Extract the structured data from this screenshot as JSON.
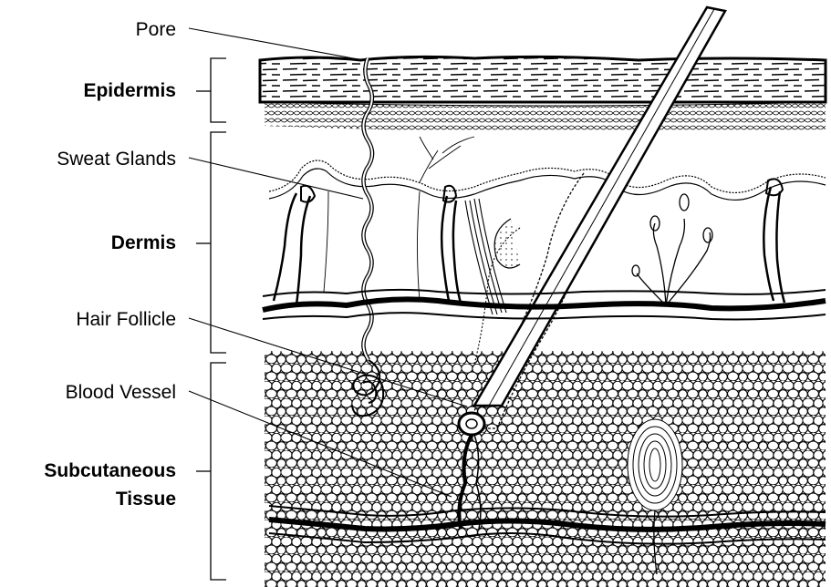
{
  "labels": {
    "pore": "Pore",
    "epidermis": "Epidermis",
    "sweat_glands": "Sweat Glands",
    "dermis": "Dermis",
    "hair_follicle": "Hair Follicle",
    "blood_vessel": "Blood Vessel",
    "subcutaneous_line1": "Subcutaneous",
    "subcutaneous_line2": "Tissue"
  },
  "colors": {
    "ink": "#000000",
    "background": "#ffffff"
  }
}
